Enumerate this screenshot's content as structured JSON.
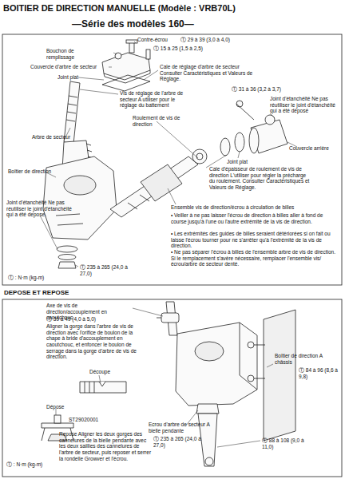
{
  "diagram": {
    "title": "BOITIER DE DIRECTION MANUELLE (Modèle : VRB70L)",
    "labels": [
      "—Série des modèles 160—",
      "Bouchon de remplissage",
      "Contre-écrou",
      "Ⓣ 29 à 39 (3,0 à 4,0)",
      "Ⓣ 15 à 25 (1,5 à 2,5)",
      "Couvercle d'arbre de secteur",
      "Joint plat",
      "Cale de réglage d'arbre de secteur Consulter Caractéristiques et Valeurs de Réglage.",
      "Ⓣ 31 à 36 (3,2 à 3,7)",
      "Vis de réglage de l'arbre de secteur A utiliser pour le réglage du battement",
      "Roulement de vis de direction",
      "Joint d'étanchéité Ne pas réutiliser le joint d'étanchéité qui a été déposé",
      "Arbre de secteur",
      "Couvercle arrière",
      "Joint plat",
      "Boîtier de direction",
      "Cale d'épaisseur de roulement de vis de direction L'utiliser pour régler la précharge du roulement. Consulter Caractéristiques et Valeurs de Réglage.",
      "Joint d'étanchéité Ne pas réutiliser le joint d'étanchéité qui a été depose.",
      "Ensemble vis de direction/écrou à circulation de billes",
      "• Veiller à ne pas laisser l'écrou de direction à billes aller à fond de course jusqu'à l'une ou l'autre extrémité de la vis de direction.",
      "• Les extrémités des guides de billes seraient détériorées si on fait ou laisse l'écrou tourner pour ne s'arrêter qu'à l'extrémité de la vis de direction.",
      "• Ne pas séparer l'écrou à billes de l'ensemble arbre de vis de direction. Si le remplacement s'avère nécessaire, remplacer l'ensemble vis/écrou/arbre de secteur denté.",
      "Ⓣ 235 à 265 (24,0 à 27,0)",
      "Ⓣ : N·m (kg-m)",
      "DEPOSE ET REPOSE",
      "Axe de vis de direction/accouplement en caoutchouc",
      "Ⓣ 39 à 49 (4,0 à 5,0)",
      "Aligner la gorge dans l'arbre de vis de direction avec l'orifice de boulon de la chape à bride d'accouplement en caoutchouc, et enfoncer le boulon de serrage dans la gorge d'arbre de vis de direction.",
      "Découpe",
      "Dépose",
      "ST29020001",
      "Repose Aligner les deux gorges des cannelures de la bielle pendante avec les deux saillies des cannelures de l'arbre de secteur, puis reposer et serrer la rondelle Growver et l'écrou.",
      "Boîtier de direction A châssis",
      "Ⓣ 84 à 96 (8,6 à 9,8)",
      "Ecrou d'arbre de secteur A bielle pendante",
      "Ⓣ 235 à 265 (24,0 à 27,0)",
      "Ⓣ 88 à 108 (9,0 à 11,0)",
      "Ⓣ : N·m (kg-m)"
    ]
  }
}
